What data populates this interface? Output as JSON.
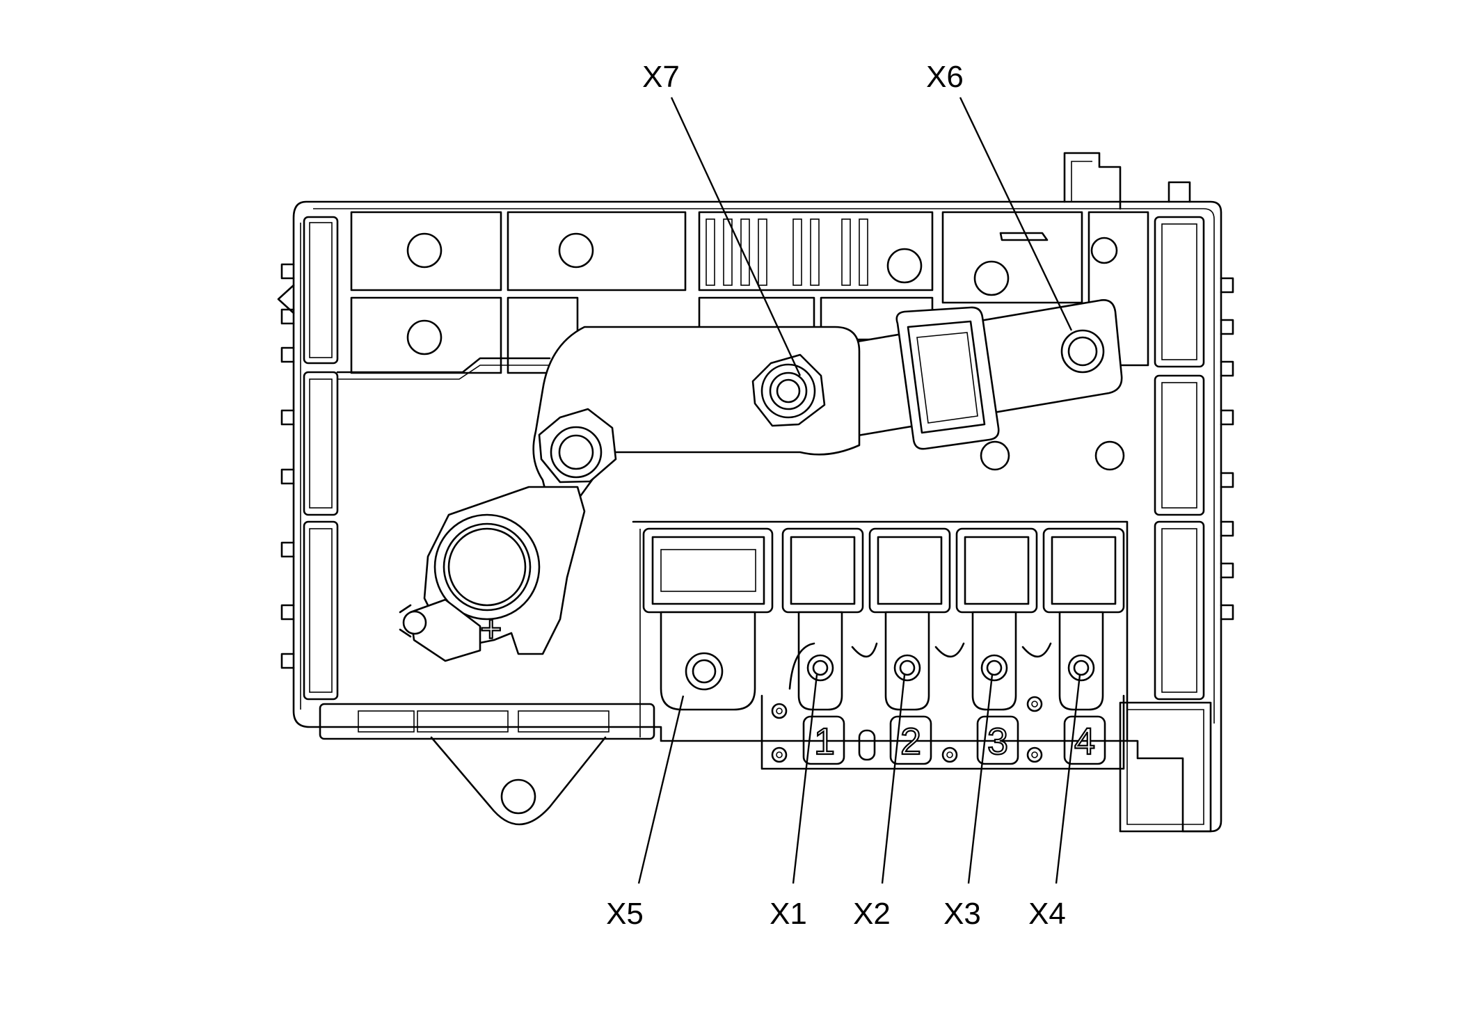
{
  "diagram": {
    "callouts": {
      "x1": "X1",
      "x2": "X2",
      "x3": "X3",
      "x4": "X4",
      "x5": "X5",
      "x6": "X6",
      "x7": "X7"
    },
    "terminal_numbers": [
      "1",
      "2",
      "3",
      "4"
    ],
    "polarity_mark": "+",
    "line_color": "#000000",
    "background_color": "#ffffff"
  }
}
